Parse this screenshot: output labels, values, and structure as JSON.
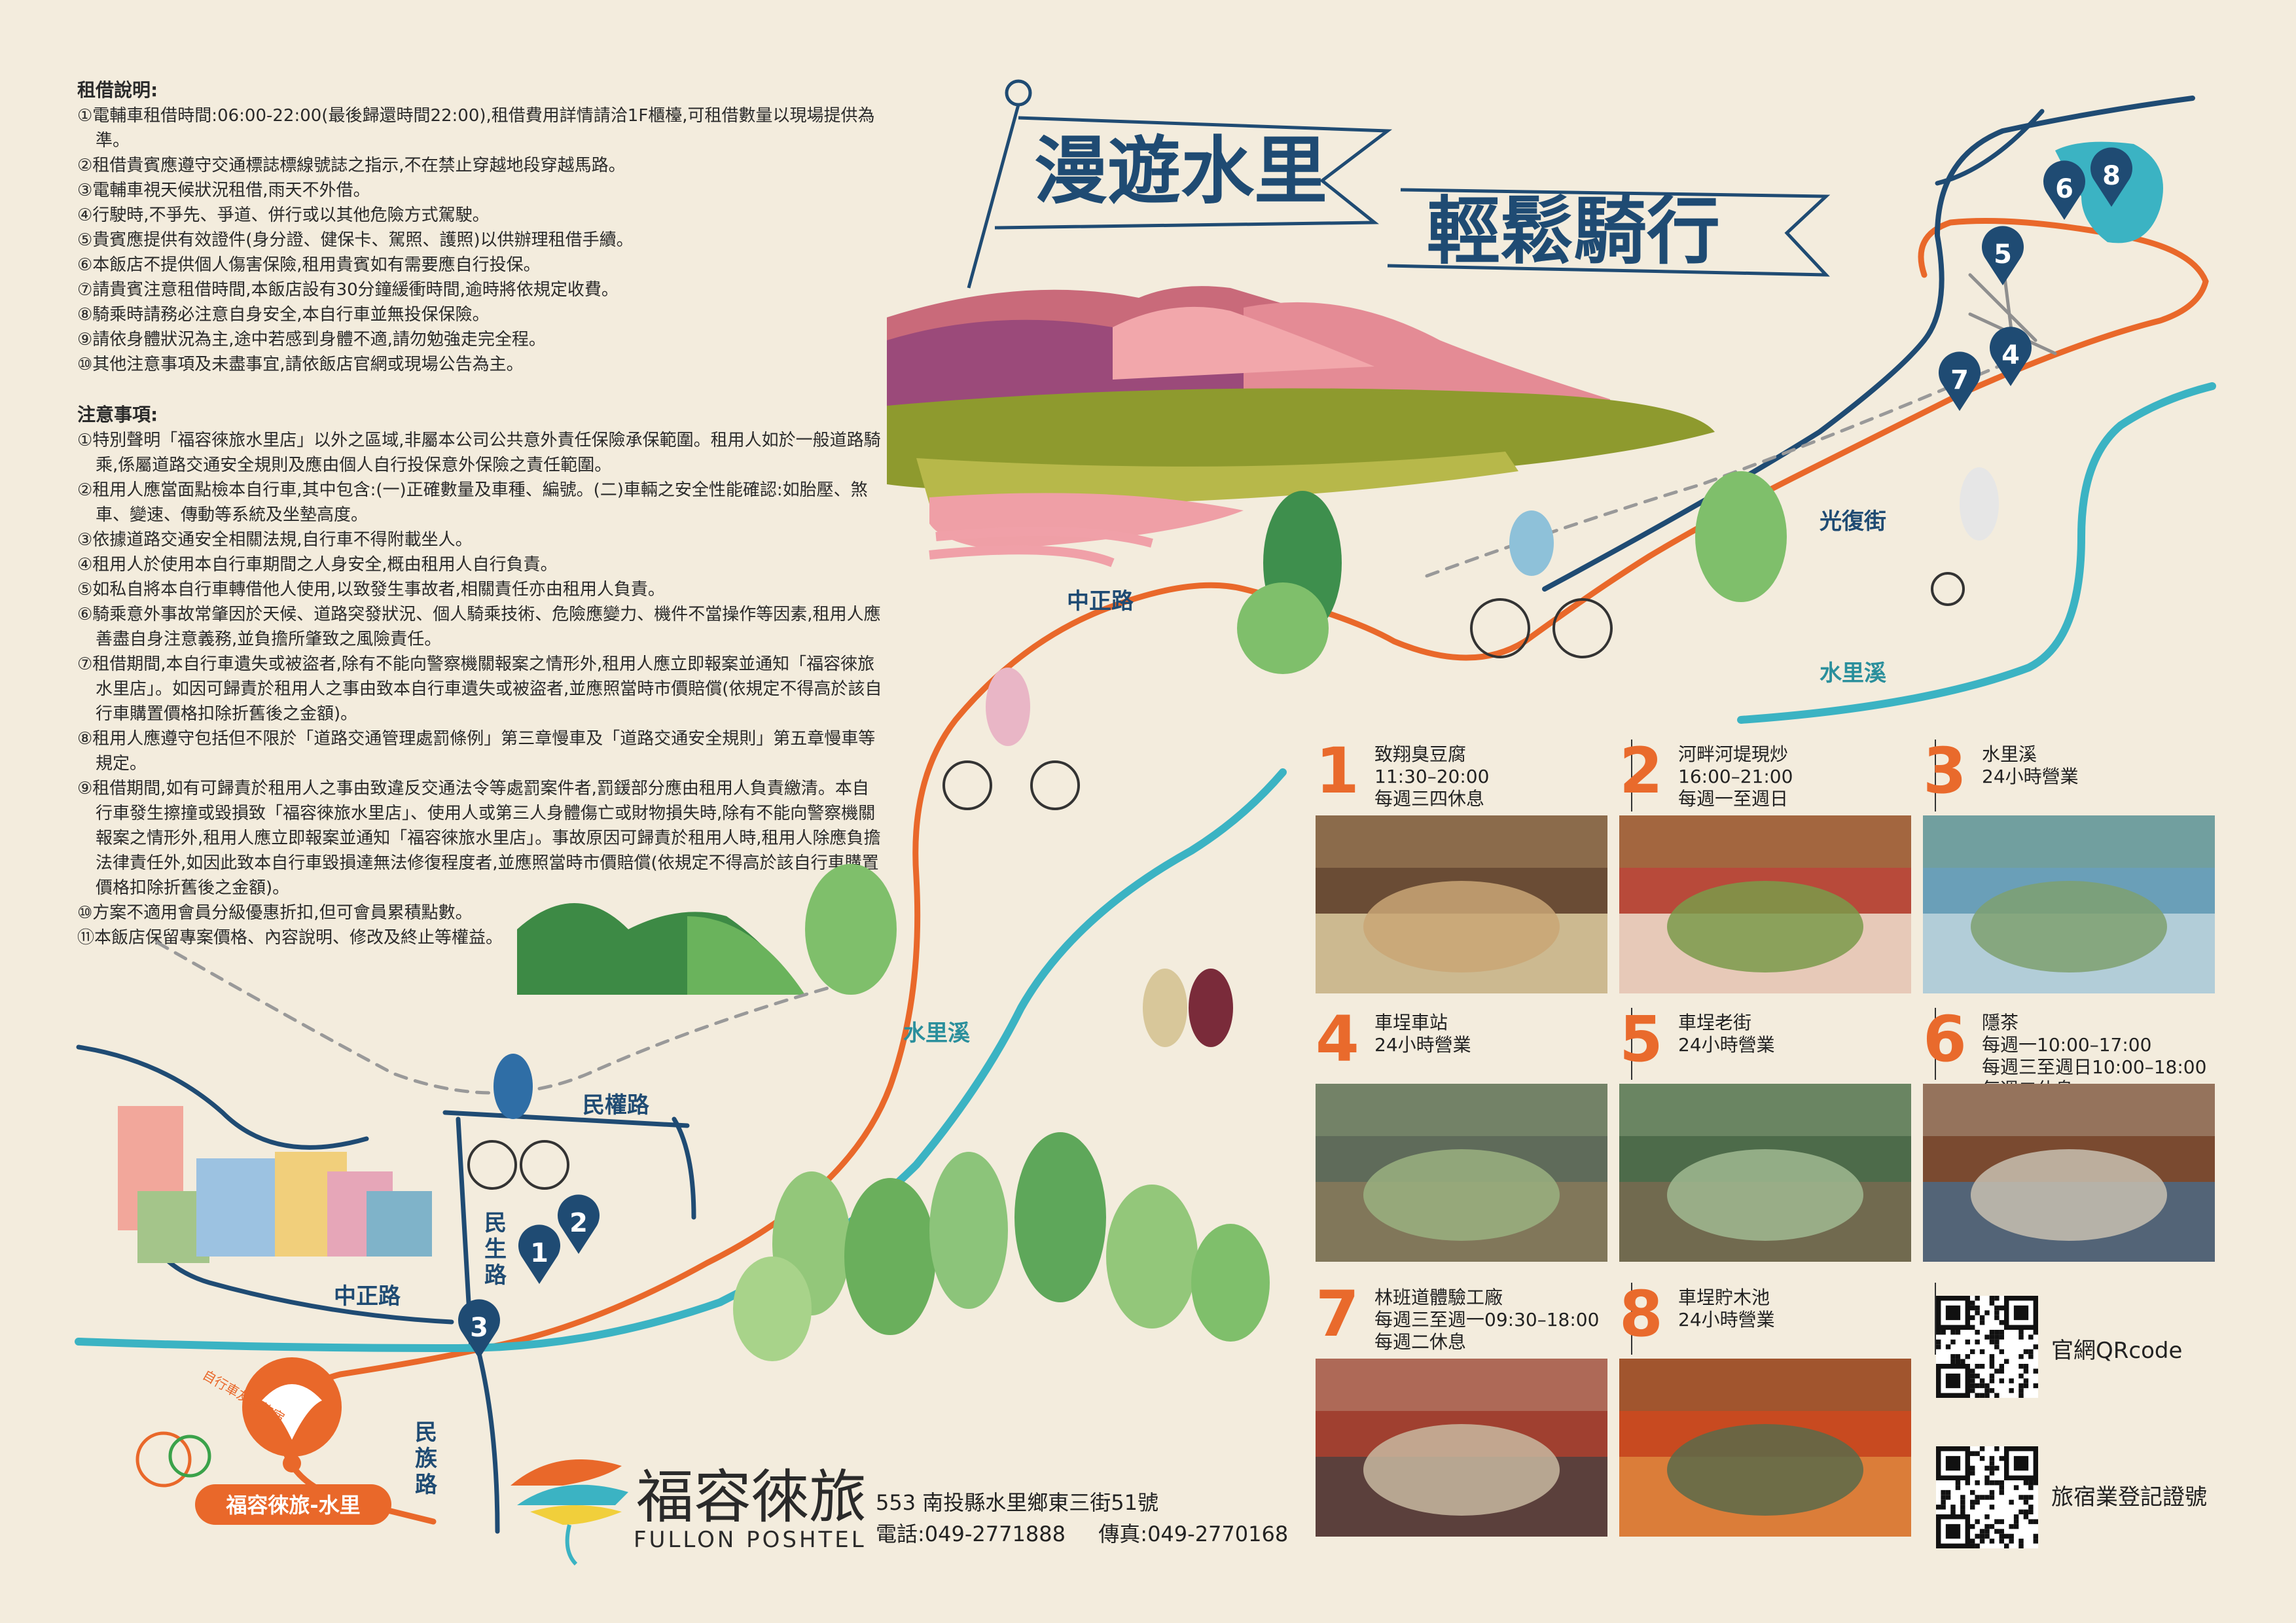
{
  "title": {
    "line1": "漫遊水里",
    "line2": "輕鬆騎行"
  },
  "rental": {
    "heading": "租借說明:",
    "items": [
      "①電輔車租借時間:06:00-22:00(最後歸還時間22:00),租借費用詳情請洽1F櫃檯,可租借數量以現場提供為準。",
      "②租借貴賓應遵守交通標誌標線號誌之指示,不在禁止穿越地段穿越馬路。",
      "③電輔車視天候狀況租借,雨天不外借。",
      "④行駛時,不爭先、爭道、併行或以其他危險方式駕駛。",
      "⑤貴賓應提供有效證件(身分證、健保卡、駕照、護照)以供辦理租借手續。",
      "⑥本飯店不提供個人傷害保險,租用貴賓如有需要應自行投保。",
      "⑦請貴賓注意租借時間,本飯店設有30分鐘緩衝時間,逾時將依規定收費。",
      "⑧騎乘時請務必注意自身安全,本自行車並無投保保險。",
      "⑨請依身體狀況為主,途中若感到身體不適,請勿勉強走完全程。",
      "⑩其他注意事項及未盡事宜,請依飯店官網或現場公告為主。"
    ]
  },
  "notice": {
    "heading": "注意事項:",
    "items": [
      "①特別聲明「福容徠旅水里店」以外之區域,非屬本公司公共意外責任保險承保範圍。租用人如於一般道路騎乘,係屬道路交通安全規則及應由個人自行投保意外保險之責任範圍。",
      "②租用人應當面點檢本自行車,其中包含:(一)正確數量及車種、編號。(二)車輛之安全性能確認:如胎壓、煞車、變速、傳動等系統及坐墊高度。",
      "③依據道路交通安全相關法規,自行車不得附載坐人。",
      "④租用人於使用本自行車期間之人身安全,概由租用人自行負責。",
      "⑤如私自將本自行車轉借他人使用,以致發生事故者,相關責任亦由租用人負責。",
      "⑥騎乘意外事故常肇因於天候、道路突發狀況、個人騎乘技術、危險應變力、機件不當操作等因素,租用人應善盡自身注意義務,並負擔所肇致之風險責任。",
      "⑦租借期間,本自行車遺失或被盜者,除有不能向警察機關報案之情形外,租用人應立即報案並通知「福容徠旅水里店」。如因可歸責於租用人之事由致本自行車遺失或被盜者,並應照當時市價賠償(依規定不得高於該自行車購置價格扣除折舊後之金額)。",
      "⑧租用人應遵守包括但不限於「道路交通管理處罰條例」第三章慢車及「道路交通安全規則」第五章慢車等規定。",
      "⑨租借期間,如有可歸責於租用人之事由致違反交通法令等處罰案件者,罰鍰部分應由租用人負責繳清。本自行車發生擦撞或毀損致「福容徠旅水里店」、使用人或第三人身體傷亡或財物損失時,除有不能向警察機關報案之情形外,租用人應立即報案並通知「福容徠旅水里店」。事故原因可歸責於租用人時,租用人除應負擔法律責任外,如因此致本自行車毀損達無法修復程度者,並應照當時市價賠償(依規定不得高於該自行車購置價格扣除折舊後之金額)。",
      "⑩方案不適用會員分級優惠折扣,但可會員累積點數。",
      "⑪本飯店保留專案價格、內容說明、修改及終止等權益。"
    ]
  },
  "map_labels": {
    "zhongzheng_upper": "中正路",
    "zhongzheng_lower": "中正路",
    "guangfu": "光復街",
    "shuili_creek_right": "水里溪",
    "shuili_creek_mid": "水里溪",
    "minquan": "民權路",
    "minsheng": "民生路",
    "minzu": "民族路",
    "hotel_badge": "福容徠旅-水里",
    "hotel_small_badge": "自行車友善旅宿"
  },
  "markers": [
    "1",
    "2",
    "3",
    "4",
    "5",
    "6",
    "7",
    "8"
  ],
  "spots": [
    {
      "num": "1",
      "lines": [
        "致翔臭豆腐",
        "11:30–20:00",
        "每週三四休息"
      ]
    },
    {
      "num": "2",
      "lines": [
        "河畔河堤現炒",
        "16:00–21:00",
        "每週一至週日"
      ]
    },
    {
      "num": "3",
      "lines": [
        "水里溪",
        "24小時營業"
      ]
    },
    {
      "num": "4",
      "lines": [
        "車埕車站",
        "24小時營業"
      ]
    },
    {
      "num": "5",
      "lines": [
        "車埕老街",
        "24小時營業"
      ]
    },
    {
      "num": "6",
      "lines": [
        "隱茶",
        "每週一10:00–17:00",
        "每週三至週日10:00–18:00",
        "每週二休息"
      ]
    },
    {
      "num": "7",
      "lines": [
        "林班道體驗工廠",
        "每週三至週一09:30–18:00",
        "每週二休息"
      ]
    },
    {
      "num": "8",
      "lines": [
        "車埕貯木池",
        "24小時營業"
      ]
    }
  ],
  "qr": {
    "site_label": "官網QRcode",
    "reg_label": "旅宿業登記證號"
  },
  "brand": {
    "zh": "福容徠旅",
    "en": "FULLON POSHTEL"
  },
  "address": "553 南投縣水里鄉東三街51號",
  "phone": "電話:049-2771888",
  "fax": "傳真:049-2770168",
  "colors": {
    "bg": "#f3ecdd",
    "road_orange": "#e9682a",
    "road_navy": "#1f4b73",
    "river_teal": "#3bb3c3",
    "tree_green": "#7fbf6b",
    "mountain_pink": "#d87b86",
    "mountain_purple": "#9b4a7a",
    "accent_orange": "#e96a2c"
  }
}
